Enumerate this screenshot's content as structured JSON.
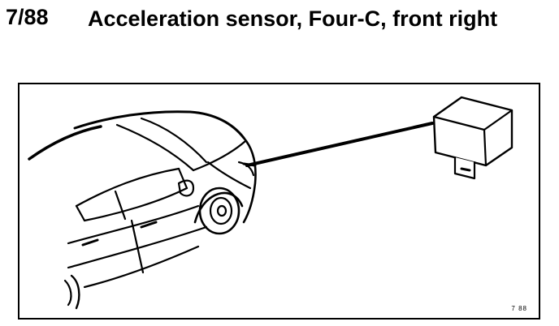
{
  "heading": {
    "ref_code": "7/88",
    "title": "Acceleration sensor, Four-C, front right"
  },
  "figure": {
    "ref_label": "7 88"
  }
}
